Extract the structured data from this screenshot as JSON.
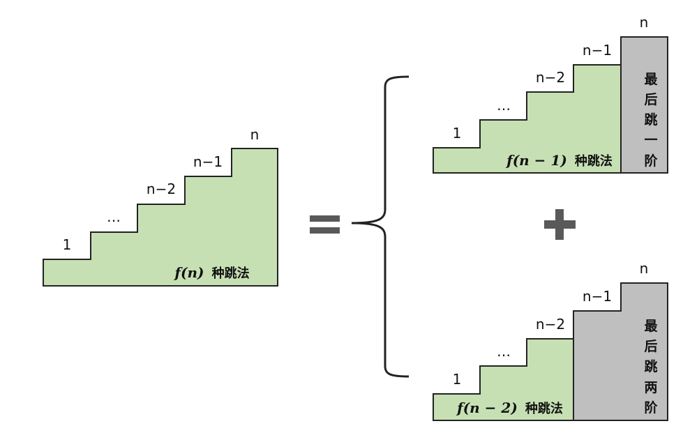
{
  "left_stair": {
    "labels": [
      "1",
      "…",
      "n−2",
      "n−1",
      "n"
    ],
    "caption_math": "f(n)",
    "caption_text": "种跳法"
  },
  "equals_sign": "=",
  "top_stair": {
    "labels": [
      "1",
      "…",
      "n−2",
      "n−1",
      "n"
    ],
    "caption_math": "f(n − 1)",
    "caption_text": "种跳法",
    "block_text": [
      "最",
      "后",
      "跳",
      "一",
      "阶"
    ]
  },
  "plus_sign": "+",
  "bottom_stair": {
    "labels": [
      "1",
      "…",
      "n−2",
      "n−1",
      "n"
    ],
    "caption_math": "f(n − 2)",
    "caption_text": "种跳法",
    "block_text": [
      "最",
      "后",
      "跳",
      "两",
      "阶"
    ]
  },
  "colors": {
    "stair_fill": "#c6e0b4",
    "block_fill": "#bfbfbf",
    "outline": "#222222",
    "sign": "#595959"
  }
}
